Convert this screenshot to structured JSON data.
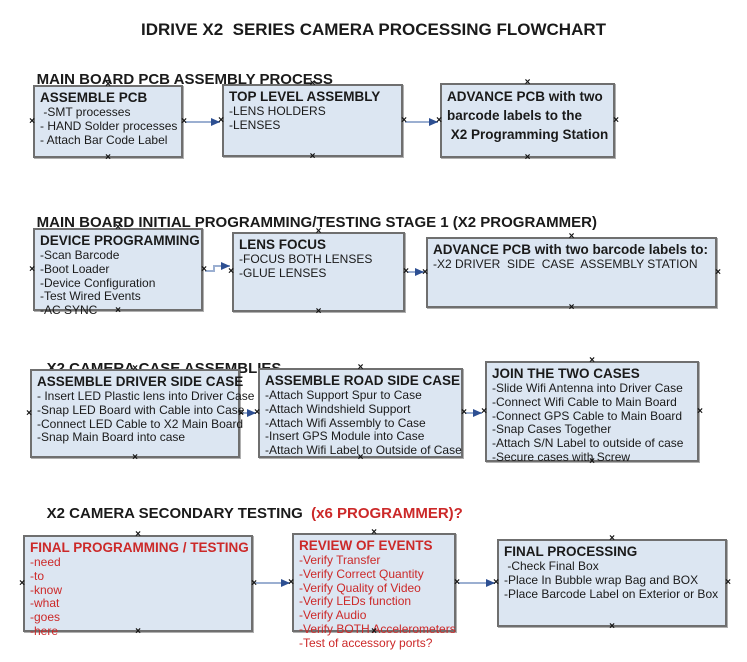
{
  "title": "IDRIVE X2  SERIES CAMERA PROCESSING FLOWCHART",
  "colors": {
    "red": "#cc2929",
    "box_fill": "#dce6f2",
    "box_border": "#6f6f6f",
    "connector_line": "#9bafd1",
    "connector_arrow": "#2d4f92"
  },
  "sections": [
    {
      "header": "MAIN BOARD PCB ASSEMBLY PROCESS",
      "boxes": [
        {
          "title": "ASSEMBLE PCB",
          "items": [
            " -SMT processes",
            "- HAND Solder processes",
            "- Attach Bar Code Label"
          ]
        },
        {
          "title": "TOP LEVEL ASSEMBLY",
          "items": [
            "-LENS HOLDERS",
            "-LENSES"
          ]
        },
        {
          "title": "ADVANCE PCB with two",
          "items": [
            "barcode labels to the",
            " X2 Programming Station"
          ]
        }
      ]
    },
    {
      "header": "MAIN BOARD INITIAL PROGRAMMING/TESTING STAGE 1 (X2 PROGRAMMER)",
      "boxes": [
        {
          "title": "DEVICE PROGRAMMING",
          "items": [
            "-Scan Barcode",
            "-Boot Loader",
            "-Device Configuration",
            "-Test Wired Events",
            "-AC SYNC"
          ]
        },
        {
          "title": "LENS FOCUS",
          "items": [
            "-FOCUS BOTH LENSES",
            "-GLUE LENSES"
          ]
        },
        {
          "title": "ADVANCE PCB with two barcode labels to:",
          "items": [
            "-X2 DRIVER  SIDE  CASE  ASSEMBLY STATION"
          ]
        }
      ]
    },
    {
      "header": "X2 CAMERA CASE ASSEMBLIES",
      "boxes": [
        {
          "title": "ASSEMBLE DRIVER SIDE CASE",
          "items": [
            "- Insert LED Plastic lens into Driver Case",
            "-Snap LED Board with Cable into Case",
            "-Connect LED Cable to X2 Main Board",
            "-Snap Main Board into case"
          ]
        },
        {
          "title": "ASSEMBLE ROAD SIDE CASE",
          "items": [
            "-Attach Support Spur to Case",
            "-Attach Windshield Support",
            "-Attach Wifi Assembly to Case",
            "-Insert GPS Module into Case",
            "-Attach Wifi Label to Outside of Case"
          ]
        },
        {
          "title": "JOIN THE TWO CASES",
          "items": [
            "-Slide Wifi Antenna into Driver Case",
            "-Connect Wifi Cable to Main Board",
            "-Connect GPS Cable to Main Board",
            "-Snap Cases Together",
            "-Attach S/N Label to outside of case",
            "-Secure cases with Screw"
          ]
        }
      ]
    },
    {
      "header": "X2 CAMERA SECONDARY TESTING",
      "header_red_part": "  (x6 PROGRAMMER)?",
      "boxes": [
        {
          "title": "FINAL PROGRAMMING / TESTING",
          "items": [
            "-need",
            "-to",
            "-know",
            "-what",
            "-goes",
            "-here"
          ]
        },
        {
          "title": "REVIEW OF EVENTS",
          "items": [
            "-Verify Transfer",
            "-Verify Correct Quantity",
            "-Verify Quality of Video",
            "-Verify LEDs function",
            "-Verify Audio",
            "-Verify BOTH Accelerometers",
            "-Test of accessory ports?"
          ]
        },
        {
          "title": "FINAL PROCESSING",
          "items": [
            " -Check Final Box",
            "-Place In Bubble wrap Bag and BOX",
            "-Place Barcode Label on Exterior or Box"
          ]
        }
      ]
    }
  ]
}
